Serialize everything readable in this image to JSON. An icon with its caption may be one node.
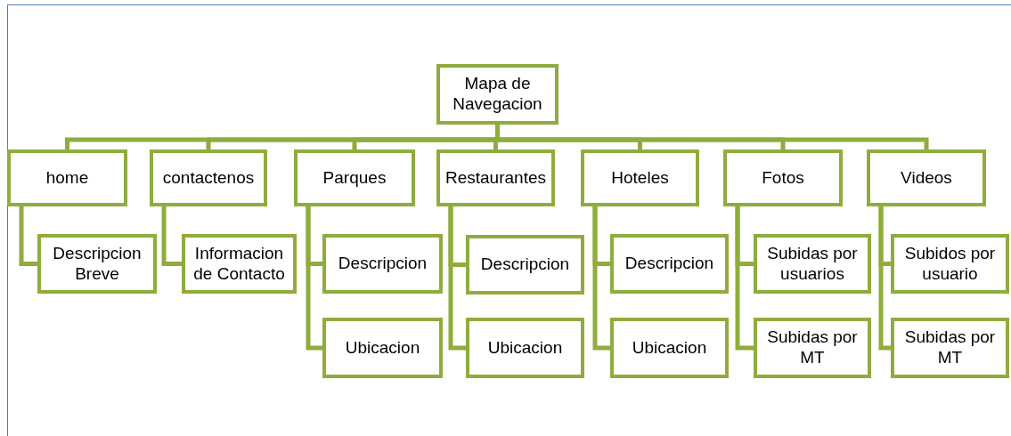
{
  "diagram": {
    "nodes": [
      {
        "text": [
          "Mapa de Navegacion"
        ]
      },
      {
        "text": [
          "home"
        ]
      },
      {
        "text": [
          "contactenos"
        ]
      },
      {
        "text": [
          "Parques"
        ]
      },
      {
        "text": [
          "Restaurantes"
        ]
      },
      {
        "text": [
          "Hoteles"
        ]
      },
      {
        "text": [
          "Fotos"
        ]
      },
      {
        "text": [
          "Videos"
        ]
      },
      {
        "text": [
          "Descripcion Breve"
        ]
      },
      {
        "text": [
          "Informacion de Contacto"
        ]
      },
      {
        "text": [
          "Descripcion"
        ]
      },
      {
        "text": [
          "Ubicacion"
        ]
      },
      {
        "text": [
          "Descripcion"
        ]
      },
      {
        "text": [
          "Ubicacion"
        ]
      },
      {
        "text": [
          "Descripcion"
        ]
      },
      {
        "text": [
          "Ubicacion"
        ]
      },
      {
        "text": [
          "Subidas por usuarios"
        ]
      },
      {
        "text": [
          "Subidas por MT"
        ]
      },
      {
        "text": [
          "Subidos por usuario"
        ]
      },
      {
        "text": [
          "Subidas por MT"
        ]
      }
    ],
    "edges": [
      {
        "from": 0,
        "to": 1,
        "arrow": "none"
      },
      {
        "from": 0,
        "to": 2,
        "arrow": "none"
      },
      {
        "from": 0,
        "to": 3,
        "arrow": "none"
      },
      {
        "from": 0,
        "to": 4,
        "arrow": "none"
      },
      {
        "from": 0,
        "to": 5,
        "arrow": "none"
      },
      {
        "from": 0,
        "to": 6,
        "arrow": "none"
      },
      {
        "from": 0,
        "to": 7,
        "arrow": "none"
      },
      {
        "from": 1,
        "to": 8,
        "arrow": "none"
      },
      {
        "from": 2,
        "to": 9,
        "arrow": "none"
      },
      {
        "from": 3,
        "to": 10,
        "arrow": "none"
      },
      {
        "from": 3,
        "to": 11,
        "arrow": "none"
      },
      {
        "from": 4,
        "to": 12,
        "arrow": "none"
      },
      {
        "from": 4,
        "to": 13,
        "arrow": "none"
      },
      {
        "from": 5,
        "to": 14,
        "arrow": "none"
      },
      {
        "from": 5,
        "to": 15,
        "arrow": "none"
      },
      {
        "from": 6,
        "to": 16,
        "arrow": "none"
      },
      {
        "from": 6,
        "to": 17,
        "arrow": "none"
      },
      {
        "from": 7,
        "to": 18,
        "arrow": "none"
      },
      {
        "from": 7,
        "to": 19,
        "arrow": "none"
      }
    ]
  }
}
